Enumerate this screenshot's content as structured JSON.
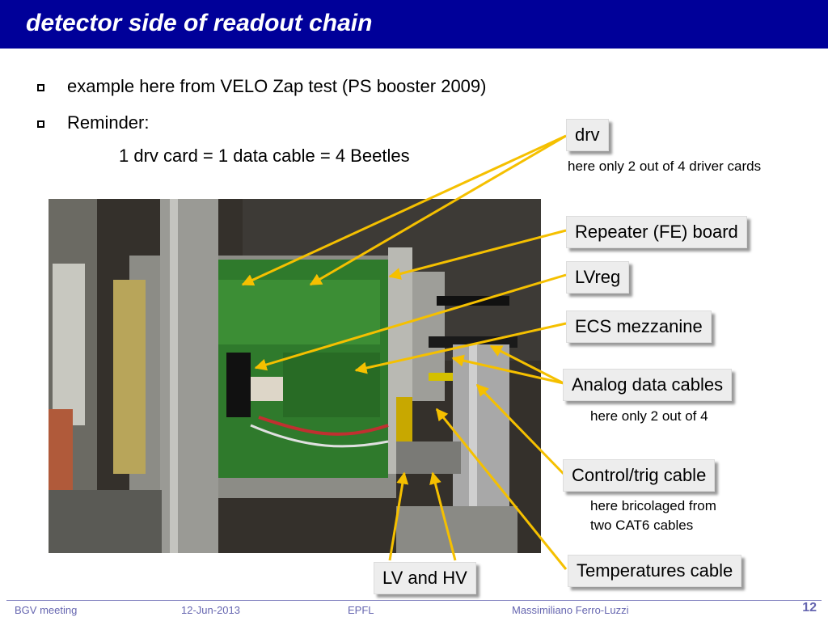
{
  "title": "detector side of readout chain",
  "bullets": [
    "example here from VELO Zap test (PS booster 2009)",
    "Reminder:"
  ],
  "reminder_text": "1 drv card = 1 data cable = 4 Beetles",
  "labels": {
    "drv": "drv",
    "drv_note": "here only 2 out of 4 driver cards",
    "repeater": "Repeater (FE) board",
    "lvreg": "LVreg",
    "ecs": "ECS mezzanine",
    "analog": "Analog data cables",
    "analog_note": "here only 2 out of 4",
    "control": "Control/trig cable",
    "control_note_1": "here bricolaged from",
    "control_note_2": "two CAT6 cables",
    "temperatures": "Temperatures cable",
    "lvhv": "LV and HV"
  },
  "footer": {
    "meeting": "BGV meeting",
    "date": "12-Jun-2013",
    "institute": "EPFL",
    "author": "Massimiliano Ferro-Luzzi",
    "page": "12"
  },
  "colors": {
    "title_bar": "#000099",
    "arrow": "#f5c000",
    "footer_text": "#6666b0"
  }
}
